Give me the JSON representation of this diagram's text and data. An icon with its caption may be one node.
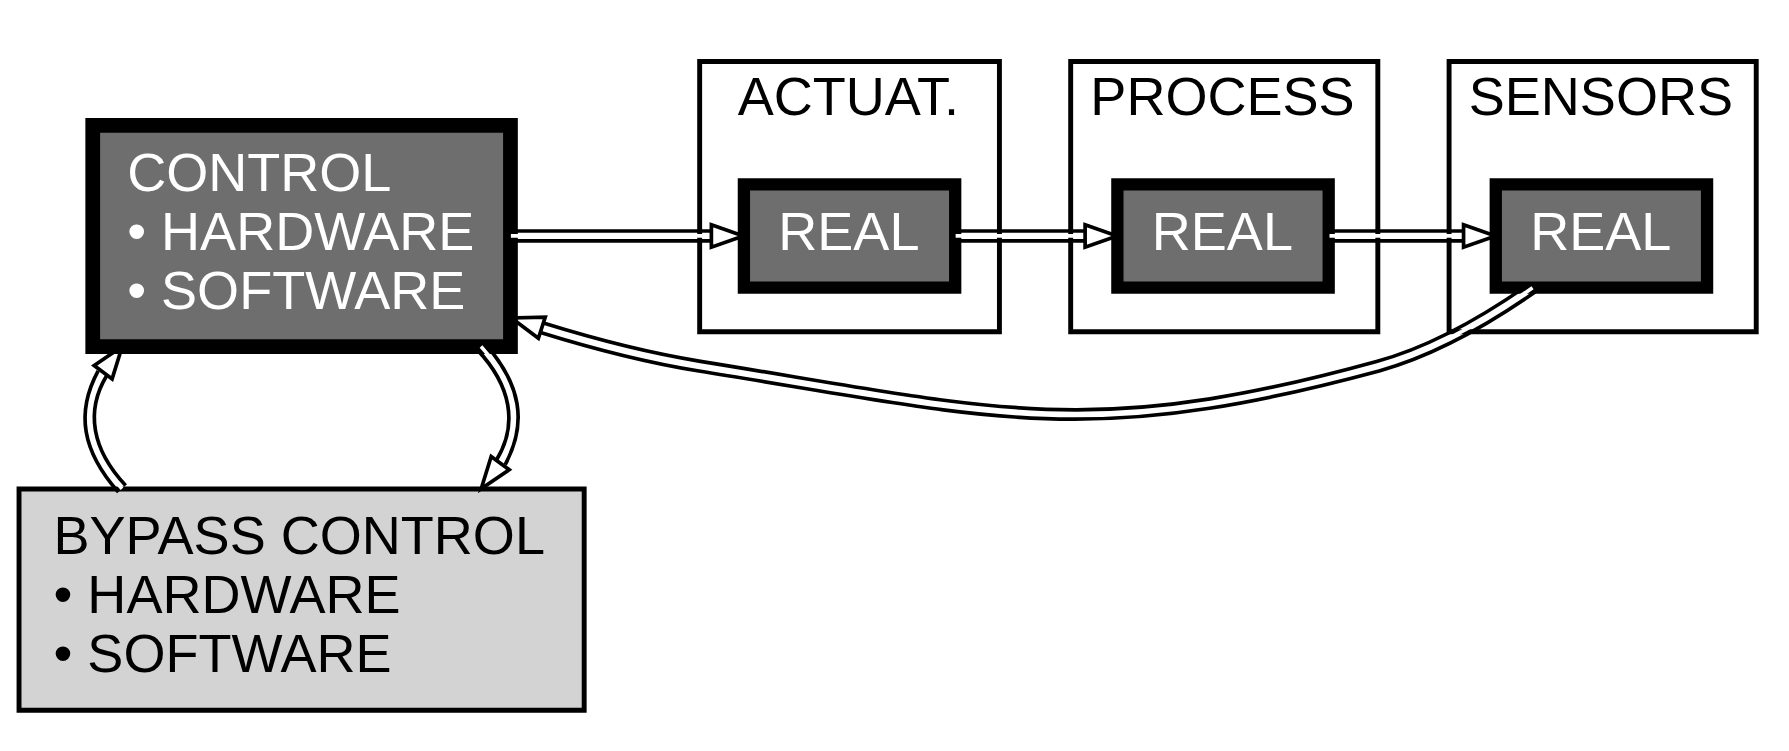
{
  "diagram": {
    "nodes": [
      {
        "text": [
          "BYPASS CONTROL",
          "• HARDWARE",
          "• SOFTWARE"
        ]
      },
      {
        "text": [
          "CONTROL",
          "• HARDWARE",
          "• SOFTWARE"
        ]
      },
      {
        "text": [
          "ACTUAT."
        ]
      },
      {
        "text": [
          "REAL"
        ],
        "in": 2
      },
      {
        "text": [
          "PROCESS"
        ]
      },
      {
        "text": [
          "REAL"
        ],
        "in": 4
      },
      {
        "text": [
          "SENSORS"
        ]
      },
      {
        "text": [
          "REAL"
        ],
        "in": 6
      }
    ],
    "edges": [
      {
        "from": 1,
        "to": 0,
        "arrow": "to"
      },
      {
        "from": 0,
        "to": 1,
        "arrow": "to"
      },
      {
        "from": 1,
        "to": 3,
        "arrow": "to"
      },
      {
        "from": 3,
        "to": 5,
        "arrow": "to"
      },
      {
        "from": 5,
        "to": 7,
        "arrow": "to"
      },
      {
        "from": 7,
        "to": 1,
        "arrow": "to"
      }
    ]
  }
}
